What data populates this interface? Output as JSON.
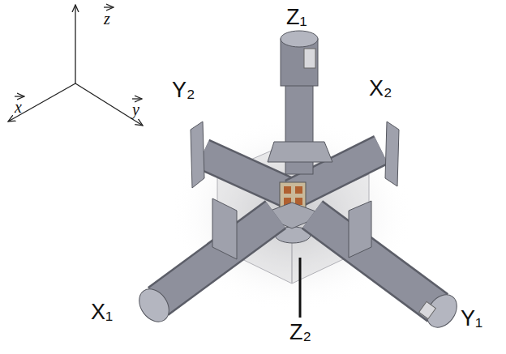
{
  "diagram": {
    "labels": [
      "z",
      "x",
      "y",
      "Z₁",
      "Y₂",
      "X₂",
      "X₁",
      "Y₁",
      "Z₂"
    ]
  }
}
